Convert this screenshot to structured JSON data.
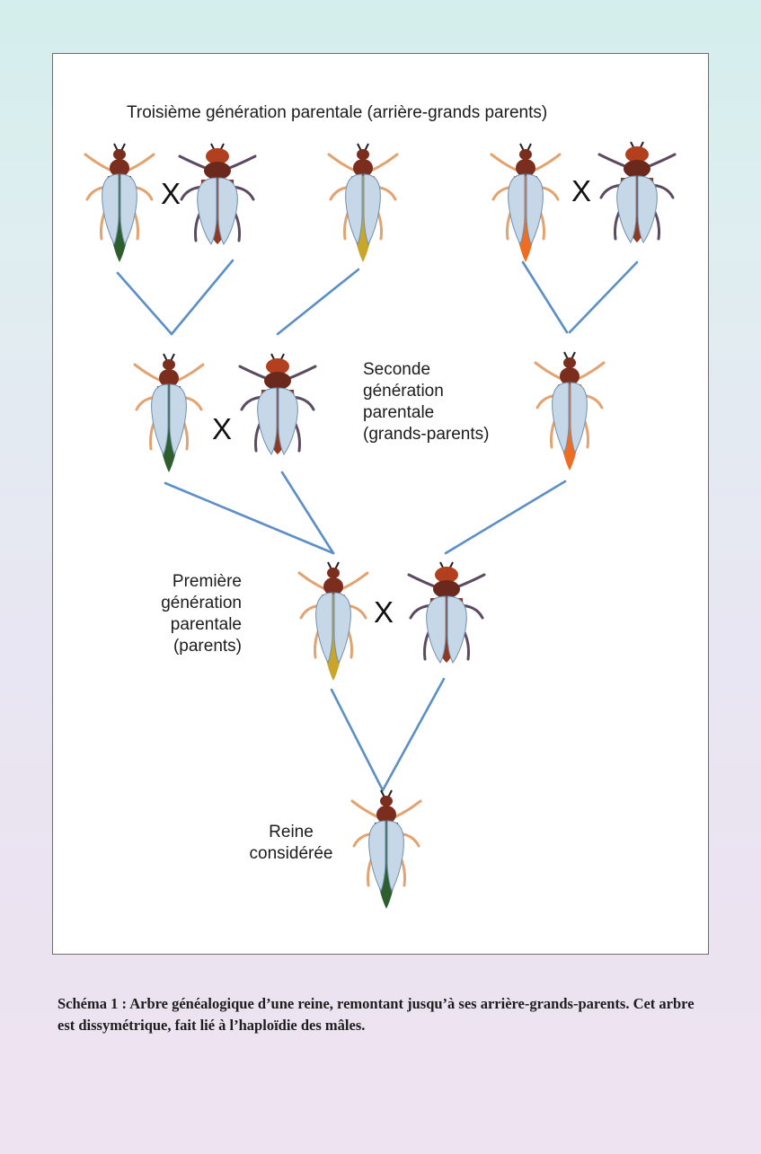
{
  "colors": {
    "edge": "#5b8fc6",
    "wing": "#c6d7e8",
    "wing_stroke": "#6f8fae",
    "thorax_queen": "#7b2e1e",
    "thorax_drone": "#6b281c",
    "head": "#b2401f",
    "abdomen_drone": "#8e3a22",
    "legs_queen": "#e2a370",
    "legs_drone": "#5b4a60",
    "tip_green": "#2f5e2e",
    "tip_yellow": "#c9a52a",
    "tip_orange": "#ee6d22"
  },
  "diagram": {
    "labels": {
      "gen3": "Troisième génération parentale (arrière-grands parents)",
      "gen2": [
        "Seconde",
        "génération",
        "parentale",
        "(grands-parents)"
      ],
      "gen1": [
        "Première",
        "génération",
        "parentale",
        "(parents)"
      ],
      "queen": [
        "Reine",
        "considérée"
      ]
    },
    "cross_symbol": "X",
    "bees": [
      {
        "id": "g3-queen-1",
        "type": "queen",
        "tip": "green"
      },
      {
        "id": "g3-drone-1",
        "type": "drone"
      },
      {
        "id": "g3-queen-2",
        "type": "queen",
        "tip": "yellow"
      },
      {
        "id": "g3-queen-3",
        "type": "queen",
        "tip": "orange"
      },
      {
        "id": "g3-drone-2",
        "type": "drone"
      },
      {
        "id": "g2-queen-1",
        "type": "queen",
        "tip": "green"
      },
      {
        "id": "g2-drone-1",
        "type": "drone"
      },
      {
        "id": "g2-queen-2",
        "type": "queen",
        "tip": "orange"
      },
      {
        "id": "g1-queen",
        "type": "queen",
        "tip": "yellow"
      },
      {
        "id": "g1-drone",
        "type": "drone"
      },
      {
        "id": "reine",
        "type": "queen",
        "tip": "green"
      }
    ]
  },
  "caption": "Schéma 1 : Arbre généalogique d’une reine, remontant jusqu’à ses arrière-grands-parents. Cet arbre est dissymétrique, fait lié à l’haploïdie des mâles."
}
